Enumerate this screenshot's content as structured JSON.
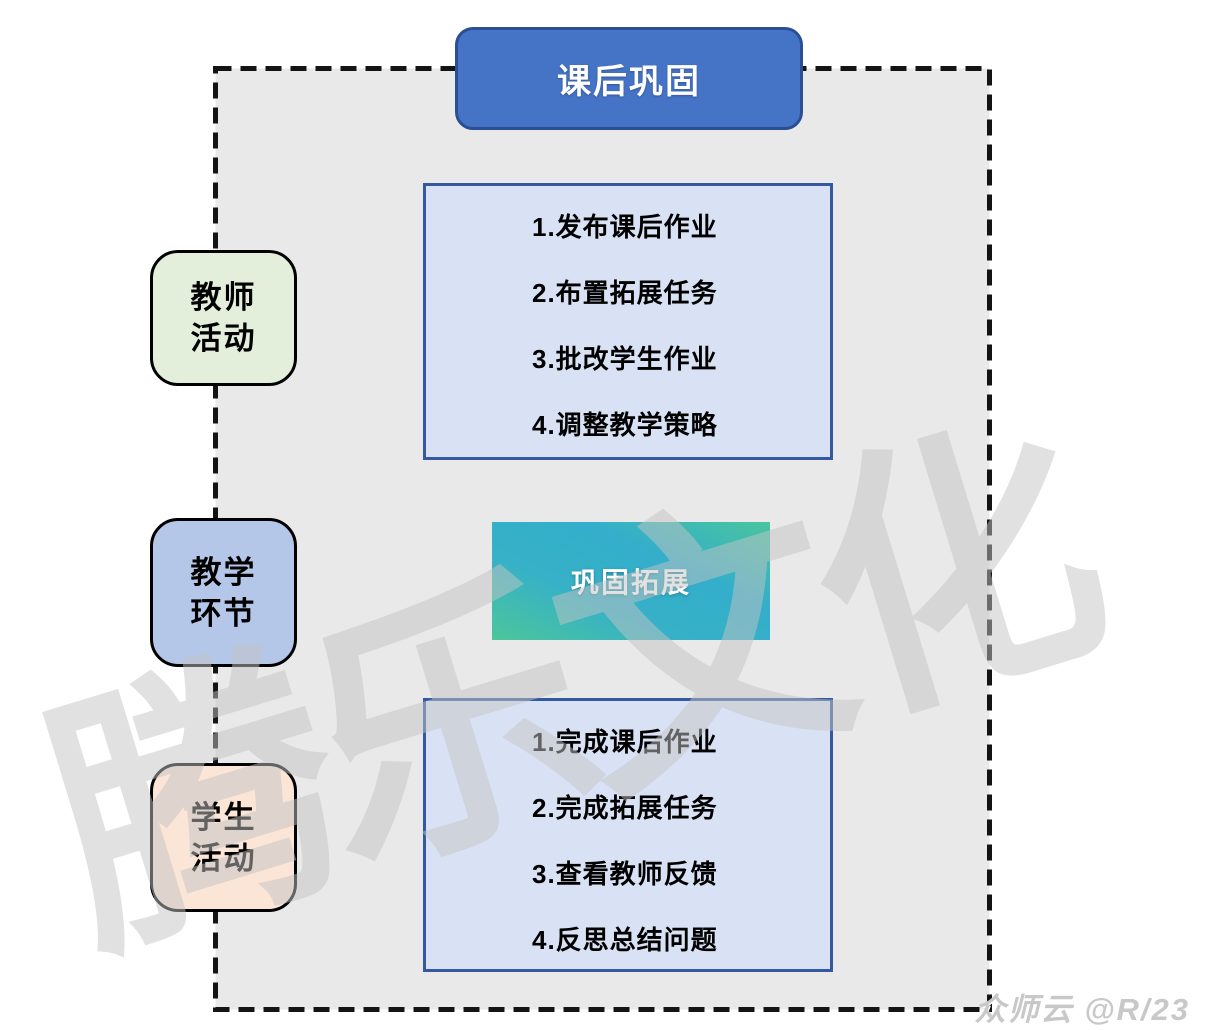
{
  "diagram": {
    "title": "课后巩固",
    "stage_label": "巩固拓展",
    "teacher_tasks": [
      "1.发布课后作业",
      "2.布置拓展任务",
      "3.批改学生作业",
      "4.调整教学策略"
    ],
    "student_tasks": [
      "1.完成课后作业",
      "2.完成拓展任务",
      "3.查看教师反馈",
      "4.反思总结问题"
    ],
    "lanes": [
      {
        "id": "teacher-activities",
        "line1": "教师",
        "line2": "活动",
        "color": "#E3EFDA"
      },
      {
        "id": "teaching-stage",
        "line1": "教学",
        "line2": "环节",
        "color": "#B5C7E8"
      },
      {
        "id": "student-activities",
        "line1": "学生",
        "line2": "活动",
        "color": "#FBE5D6"
      }
    ],
    "colors": {
      "title_fill": "#4573C6",
      "title_border": "#2B4F94",
      "list_fill": "#D9E2F4",
      "list_border": "#34599F",
      "stage_gradient_green": "#4CC69A",
      "stage_gradient_blue": "#34AECB",
      "frame_fill": "#E9E9E9",
      "frame_border": "#141414"
    }
  },
  "watermark": {
    "large": "腾乐文化",
    "small": "众师云 @R/23"
  }
}
